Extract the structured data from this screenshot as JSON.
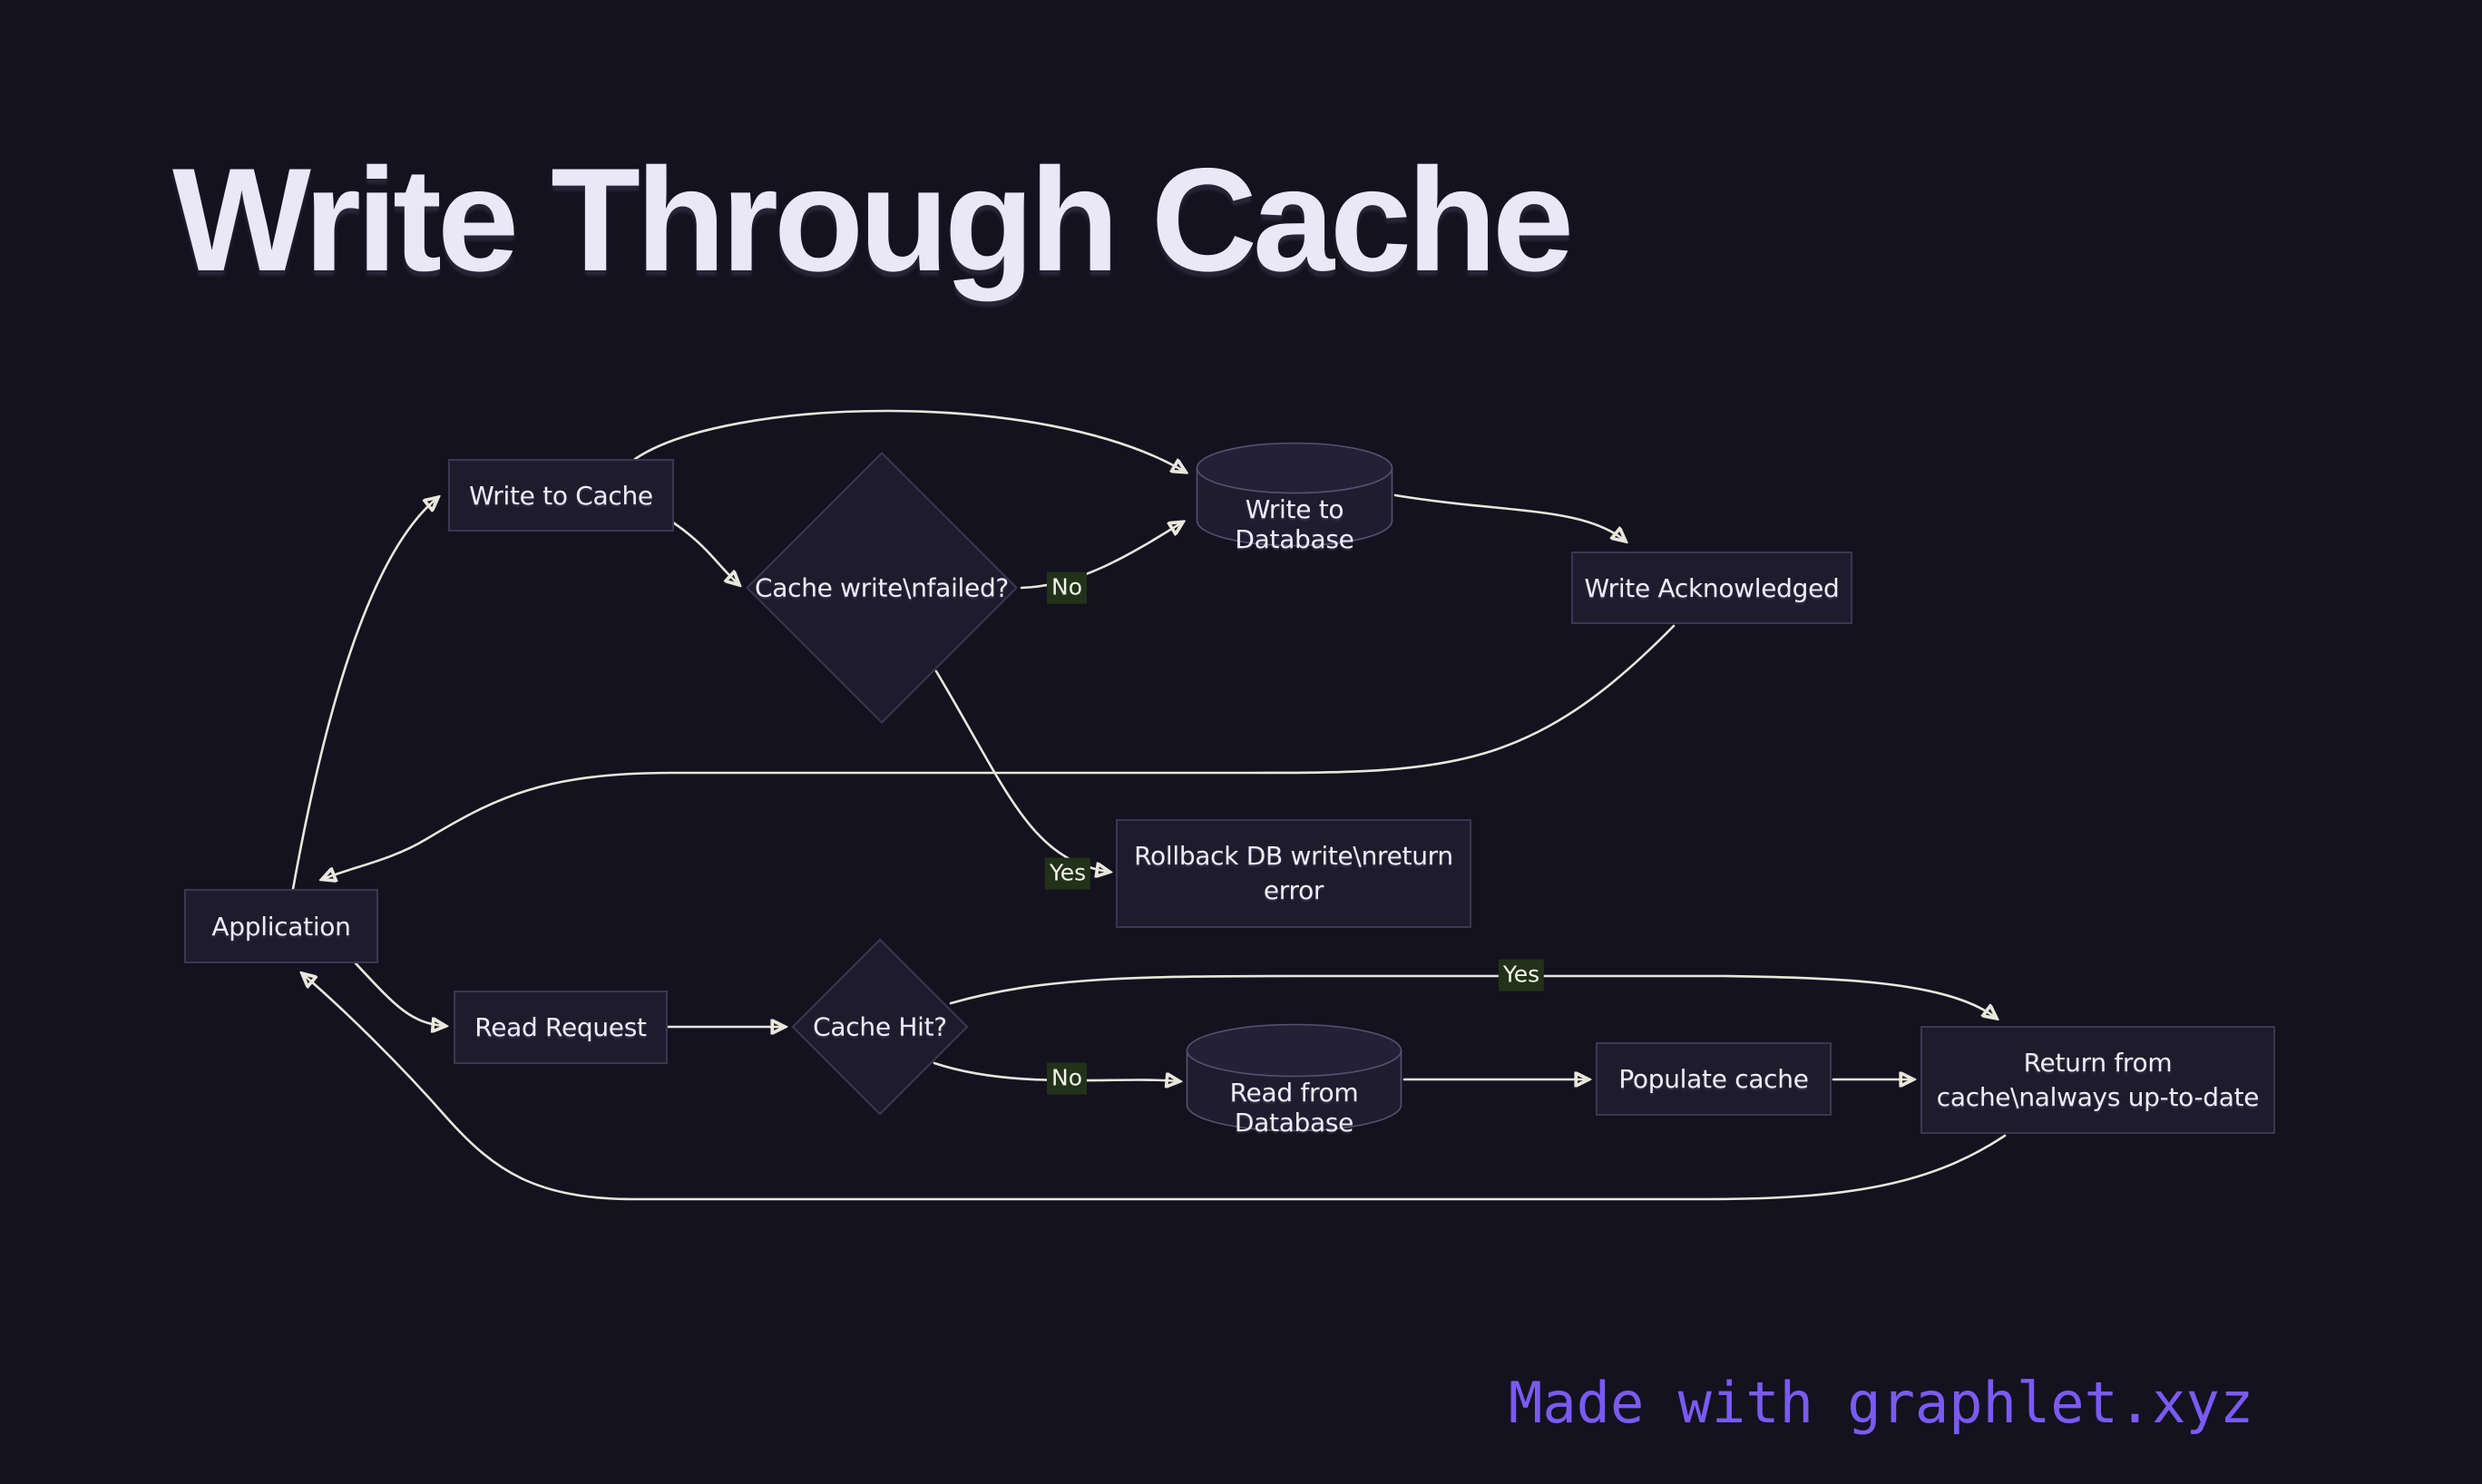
{
  "title": "Write Through Cache",
  "watermark": {
    "text": "Made with graphlet.xyz"
  },
  "colors": {
    "bg": "#14121f",
    "node-fill": "#1e1b2d",
    "node-border": "#3b3750",
    "cyl-fill": "#1f1c2f",
    "cyl-top-fill": "#242036",
    "cyl-border": "#565170",
    "node-text": "#efecf9",
    "edge-line": "#e9e7db",
    "edge-label-bg": "#223219",
    "edge-label-text": "#f2f4ec",
    "title-color": "#eae7f7",
    "watermark-color": "#7b5af3"
  },
  "diagram": {
    "nodes": [
      {
        "id": "application",
        "shape": "rectangle",
        "label": "Application"
      },
      {
        "id": "write-to-cache",
        "shape": "rectangle",
        "label": "Write to Cache"
      },
      {
        "id": "cache-write-failed",
        "shape": "diamond",
        "label": "Cache write\\nfailed?"
      },
      {
        "id": "write-to-database",
        "shape": "cylinder",
        "label": "Write to Database"
      },
      {
        "id": "write-acknowledged",
        "shape": "rectangle",
        "label": "Write Acknowledged"
      },
      {
        "id": "rollback",
        "shape": "rectangle",
        "label": "Rollback DB write\\nreturn error"
      },
      {
        "id": "read-request",
        "shape": "rectangle",
        "label": "Read Request"
      },
      {
        "id": "cache-hit",
        "shape": "diamond",
        "label": "Cache Hit?"
      },
      {
        "id": "read-from-database",
        "shape": "cylinder",
        "label": "Read from Database"
      },
      {
        "id": "populate-cache",
        "shape": "rectangle",
        "label": "Populate cache"
      },
      {
        "id": "return-from-cache",
        "shape": "rectangle",
        "label": "Return from cache\\nalways up-to-date"
      }
    ],
    "edges": [
      {
        "from": "application",
        "to": "write-to-cache"
      },
      {
        "from": "write-to-cache",
        "to": "write-to-database"
      },
      {
        "from": "write-to-cache",
        "to": "cache-write-failed"
      },
      {
        "from": "cache-write-failed",
        "to": "write-to-database",
        "label": "No"
      },
      {
        "from": "cache-write-failed",
        "to": "rollback",
        "label": "Yes"
      },
      {
        "from": "write-to-database",
        "to": "write-acknowledged"
      },
      {
        "from": "write-acknowledged",
        "to": "application"
      },
      {
        "from": "application",
        "to": "read-request"
      },
      {
        "from": "read-request",
        "to": "cache-hit"
      },
      {
        "from": "cache-hit",
        "to": "return-from-cache",
        "label": "Yes"
      },
      {
        "from": "cache-hit",
        "to": "read-from-database",
        "label": "No"
      },
      {
        "from": "read-from-database",
        "to": "populate-cache"
      },
      {
        "from": "populate-cache",
        "to": "return-from-cache"
      },
      {
        "from": "return-from-cache",
        "to": "application"
      }
    ],
    "edge_labels": [
      {
        "text": "No"
      },
      {
        "text": "Yes"
      },
      {
        "text": "Yes"
      },
      {
        "text": "No"
      }
    ]
  }
}
